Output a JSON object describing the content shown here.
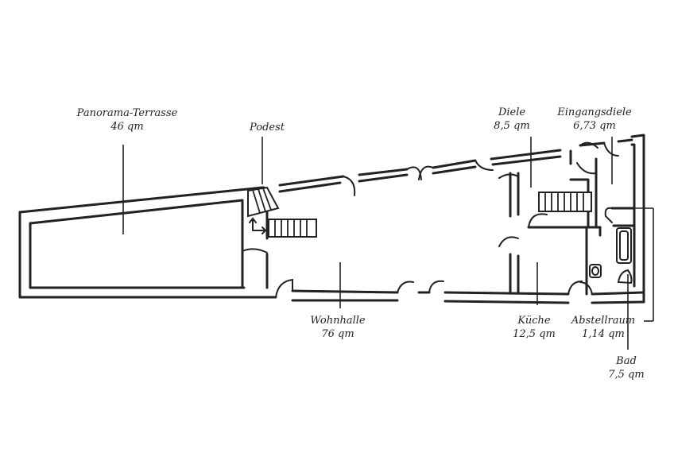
{
  "rooms": [
    {
      "id": "panorama-terrasse",
      "name": "Panorama-Terrasse",
      "area": "46 qm"
    },
    {
      "id": "podest",
      "name": "Podest",
      "area": ""
    },
    {
      "id": "diele",
      "name": "Diele",
      "area": "8,5 qm"
    },
    {
      "id": "eingangsdiele",
      "name": "Eingangsdiele",
      "area": "6,73 qm"
    },
    {
      "id": "wohnhalle",
      "name": "Wohnhalle",
      "area": "76 qm"
    },
    {
      "id": "kueche",
      "name": "Küche",
      "area": "12,5 qm"
    },
    {
      "id": "abstellraum",
      "name": "Abstellraum",
      "area": "1,14 qm"
    },
    {
      "id": "bad",
      "name": "Bad",
      "area": "7,5 qm"
    }
  ]
}
